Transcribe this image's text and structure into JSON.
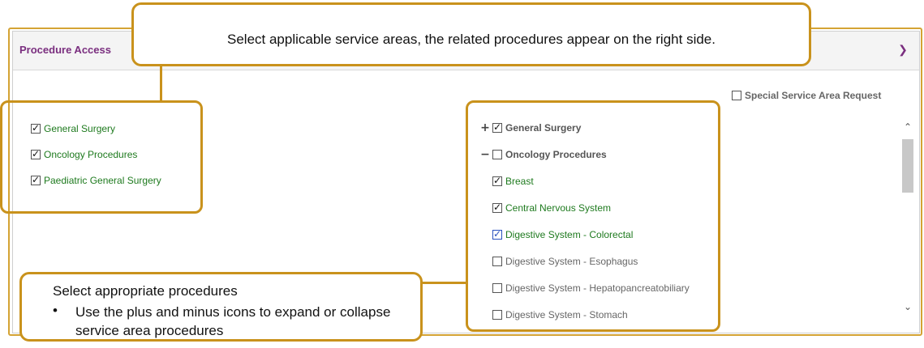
{
  "panel": {
    "title": "Procedure Access",
    "special_request_label": "Special Service Area Request"
  },
  "service_areas": [
    {
      "label": "General Surgery",
      "checked": true
    },
    {
      "label": "Oncology Procedures",
      "checked": true
    },
    {
      "label": "Paediatric General Surgery",
      "checked": true
    }
  ],
  "procedures": [
    {
      "label": "General Surgery",
      "type": "group",
      "expander": "+",
      "checked": true
    },
    {
      "label": "Oncology Procedures",
      "type": "group",
      "expander": "−",
      "checked": false
    },
    {
      "label": "Breast",
      "type": "child",
      "checked": true
    },
    {
      "label": "Central Nervous System",
      "type": "child",
      "checked": true
    },
    {
      "label": "Digestive System - Colorectal",
      "type": "child",
      "checked": true
    },
    {
      "label": "Digestive System - Esophagus",
      "type": "child",
      "checked": false
    },
    {
      "label": "Digestive System - Hepatopancreatobiliary",
      "type": "child",
      "checked": false
    },
    {
      "label": "Digestive System - Stomach",
      "type": "child",
      "checked": false
    }
  ],
  "callouts": {
    "top": "Select applicable service areas, the related procedures appear on the right side.",
    "bottom_heading": "Select appropriate procedures",
    "bottom_bullet": "•",
    "bottom_text": "Use the plus and minus icons to expand or collapse service area procedures"
  },
  "icons": {
    "chevron": "chevron-down-icon",
    "expand": "plus-icon",
    "collapse": "minus-icon",
    "scroll_up": "scroll-up-icon",
    "scroll_down": "scroll-down-icon"
  },
  "colors": {
    "title": "#7a2e7f",
    "selected_text": "#1e7a1e",
    "callout_border": "#c9921c"
  }
}
